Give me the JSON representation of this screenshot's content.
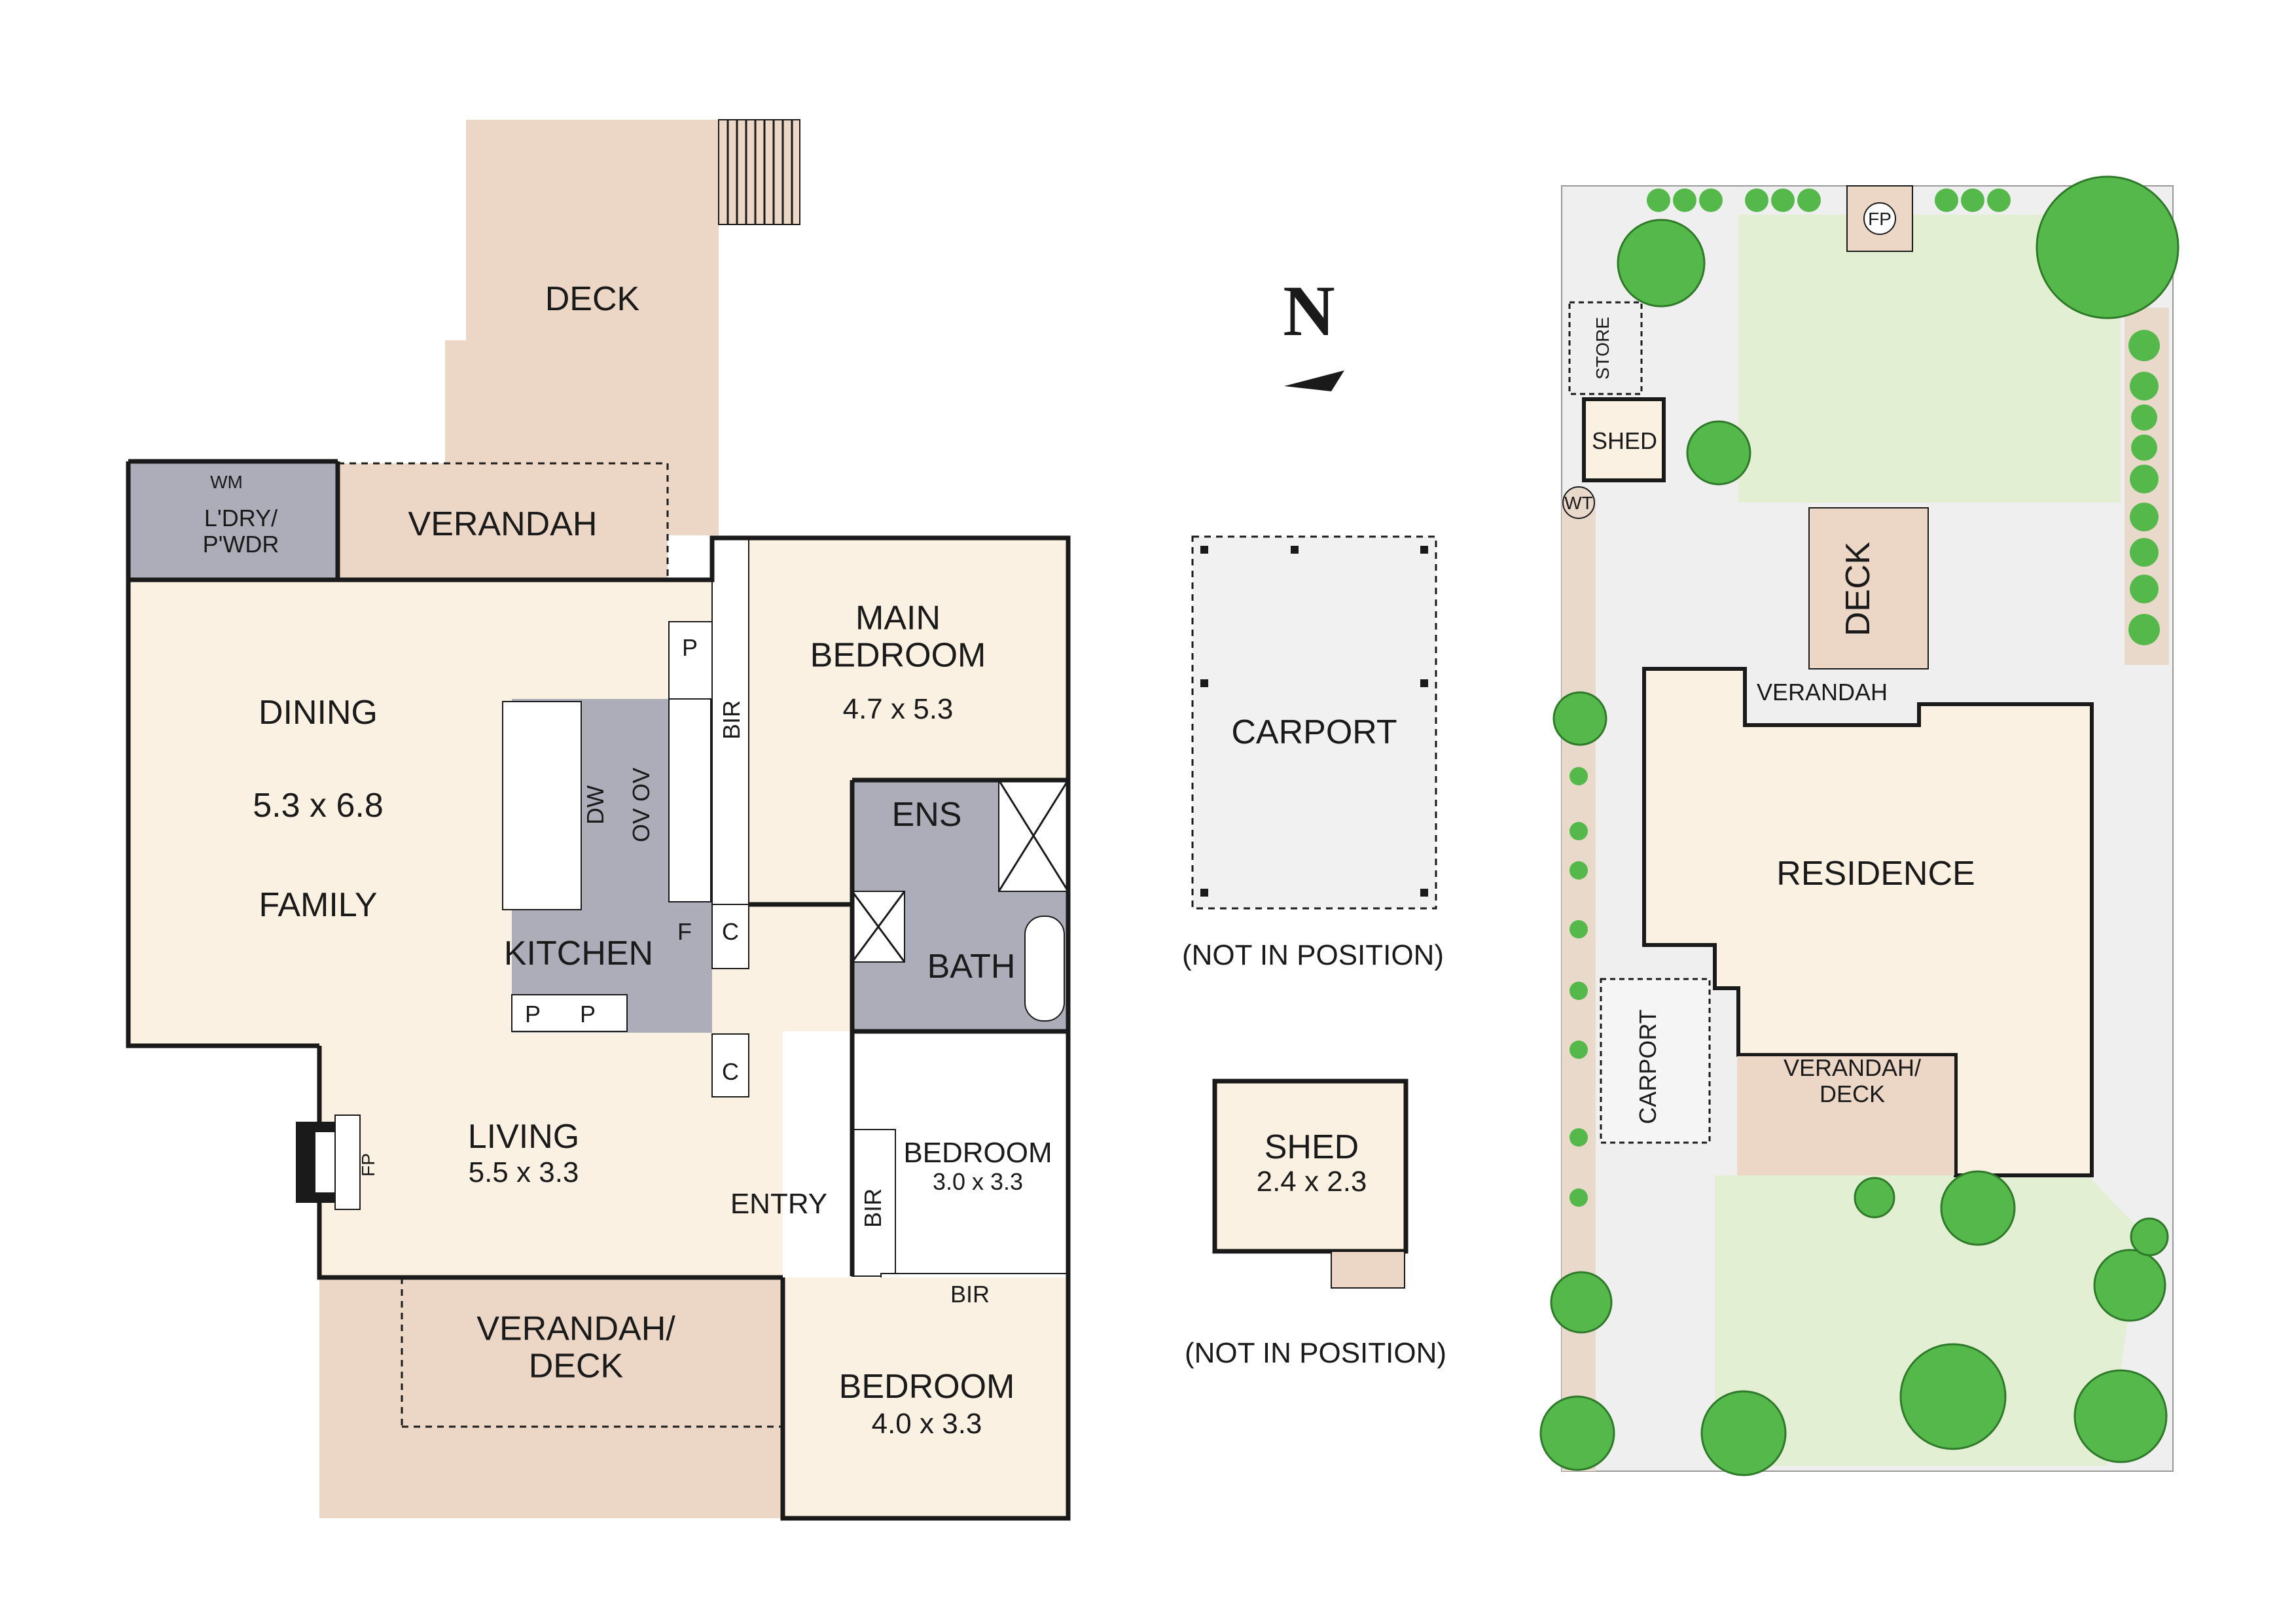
{
  "colors": {
    "interior": "#faf1e2",
    "deck": "#ecd6c6",
    "wet_area": "#acadb8",
    "lawn": "#e2efd3",
    "path": "#efefef",
    "carport": "#f1f1f1",
    "garden_bed": "#e8d9cb",
    "tree_green": "#55b84a",
    "wall": "#1a1a1a"
  },
  "floor_plan": {
    "deck": "DECK",
    "verandah": "VERANDAH",
    "laundry": "L'DRY/\nP'WDR",
    "wm": "WM",
    "dining": "DINING",
    "dining_family_size": "5.3 x 6.8",
    "family": "FAMILY",
    "kitchen": "KITCHEN",
    "dw": "DW",
    "ov": "OV OV",
    "pantry": "P",
    "fridge": "F",
    "cupboard": "C",
    "bir": "BIR",
    "main_bedroom": "MAIN\nBEDROOM",
    "main_bedroom_size": "4.7 x 5.3",
    "ens": "ENS",
    "bath": "BATH",
    "bedroom2": "BEDROOM",
    "bedroom2_size": "3.0 x 3.3",
    "living": "LIVING",
    "living_size": "5.5 x 3.3",
    "fp": "FP",
    "entry": "ENTRY",
    "verandah_deck": "VERANDAH/\nDECK",
    "bedroom3": "BEDROOM",
    "bedroom3_size": "4.0 x 3.3"
  },
  "compass": {
    "label": "N"
  },
  "carport_detail": {
    "label": "CARPORT",
    "note": "(NOT IN POSITION)"
  },
  "shed_detail": {
    "label": "SHED",
    "size": "2.4 x 2.3",
    "note": "(NOT IN POSITION)"
  },
  "site_plan": {
    "store": "STORE",
    "shed": "SHED",
    "fp": "FP",
    "wt": "WT",
    "deck": "DECK",
    "verandah": "VERANDAH",
    "residence": "RESIDENCE",
    "carport": "CARPORT",
    "verandah_deck": "VERANDAH/\nDECK"
  }
}
